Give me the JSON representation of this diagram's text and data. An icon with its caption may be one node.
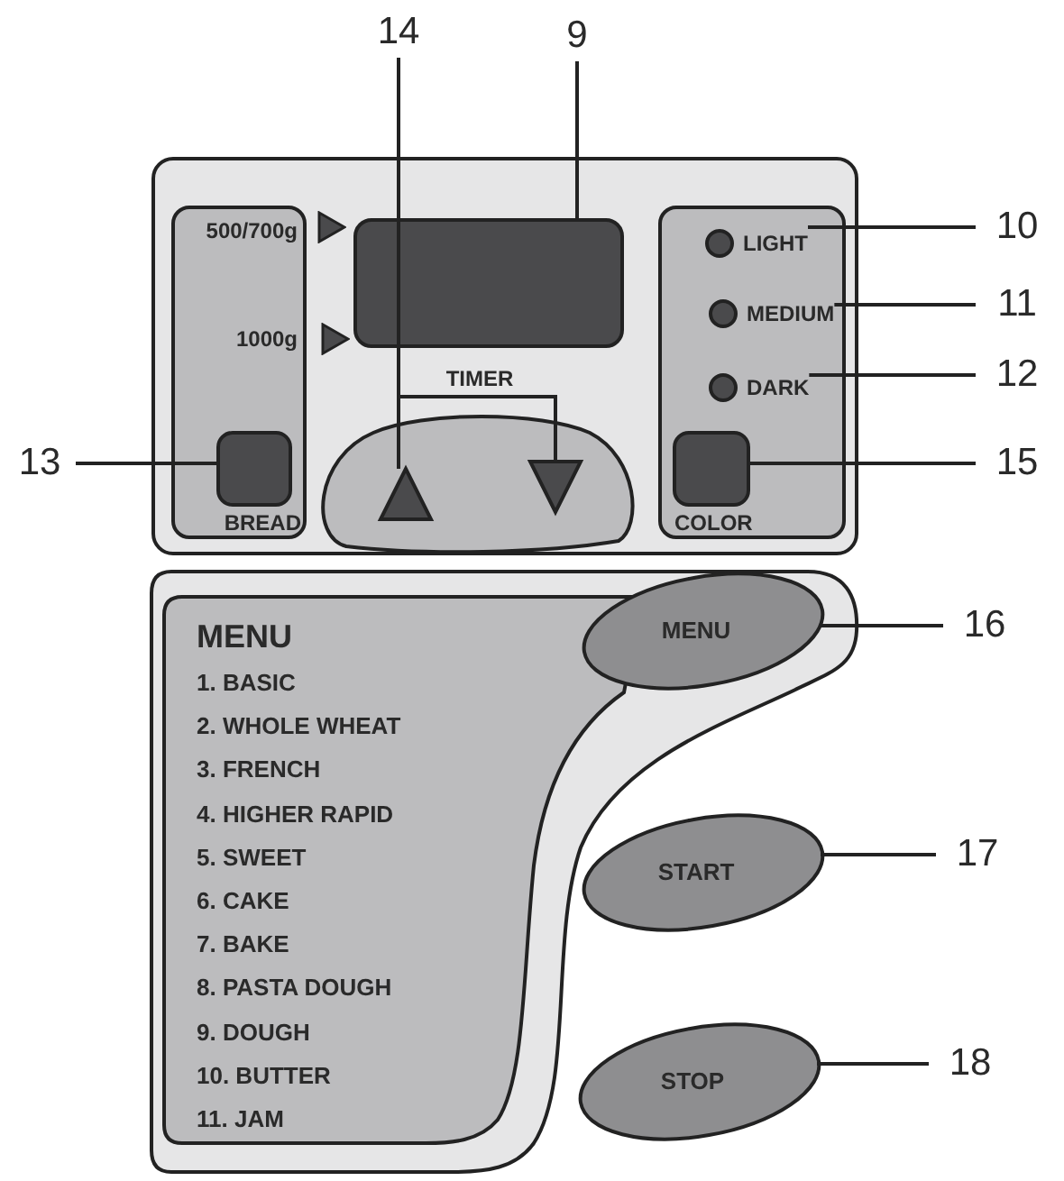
{
  "diagram": {
    "nodes": [
      {
        "text": [],
        "shape": "box"
      },
      {
        "text": [
          "500/700g",
          "1000g",
          "BREAD"
        ],
        "in": 0
      },
      {
        "text": [],
        "shape": "box",
        "in": 1
      },
      {
        "text": [],
        "shape": "box",
        "in": 0
      },
      {
        "text": [
          "TIMER"
        ],
        "in": 0
      },
      {
        "text": [],
        "shape": "triangle",
        "in": 4
      },
      {
        "text": [],
        "shape": "triangle",
        "in": 4
      },
      {
        "text": [
          "COLOR"
        ],
        "in": 0
      },
      {
        "text": [
          "LIGHT"
        ],
        "in": 7
      },
      {
        "text": [
          "MEDIUM"
        ],
        "in": 7
      },
      {
        "text": [
          "DARK"
        ],
        "in": 7
      },
      {
        "text": [],
        "shape": "box",
        "in": 7
      },
      {
        "text": [],
        "shape": "box"
      },
      {
        "text": [
          "MENU",
          "1. BASIC",
          "2. WHOLE WHEAT",
          "3. FRENCH",
          "4. HIGHER RAPID",
          "5. SWEET",
          "6. CAKE",
          "7. BAKE",
          "8. PASTA DOUGH",
          "9. DOUGH",
          "10. BUTTER",
          "11. JAM"
        ],
        "in": 12
      },
      {
        "text": [
          "MENU"
        ],
        "in": 12
      },
      {
        "text": [
          "START"
        ],
        "in": 12
      },
      {
        "text": [
          "STOP"
        ],
        "in": 12
      },
      {
        "text": [
          "14"
        ]
      },
      {
        "text": [
          "9"
        ]
      },
      {
        "text": [
          "10"
        ]
      },
      {
        "text": [
          "11"
        ]
      },
      {
        "text": [
          "12"
        ]
      },
      {
        "text": [
          "13"
        ]
      },
      {
        "text": [
          "15"
        ]
      },
      {
        "text": [
          "16"
        ]
      },
      {
        "text": [
          "17"
        ]
      },
      {
        "text": [
          "18"
        ]
      }
    ],
    "edges": [
      {
        "from": 17,
        "to": 5,
        "arrow": "none"
      },
      {
        "from": 17,
        "to": 6,
        "arrow": "none"
      },
      {
        "from": 18,
        "to": 3,
        "arrow": "none"
      },
      {
        "from": 19,
        "to": 8,
        "arrow": "none"
      },
      {
        "from": 20,
        "to": 9,
        "arrow": "none"
      },
      {
        "from": 21,
        "to": 10,
        "arrow": "none"
      },
      {
        "from": 22,
        "to": 2,
        "arrow": "none"
      },
      {
        "from": 23,
        "to": 11,
        "arrow": "none"
      },
      {
        "from": 24,
        "to": 14,
        "arrow": "none"
      },
      {
        "from": 25,
        "to": 15,
        "arrow": "none"
      },
      {
        "from": 26,
        "to": 16,
        "arrow": "none"
      }
    ]
  }
}
